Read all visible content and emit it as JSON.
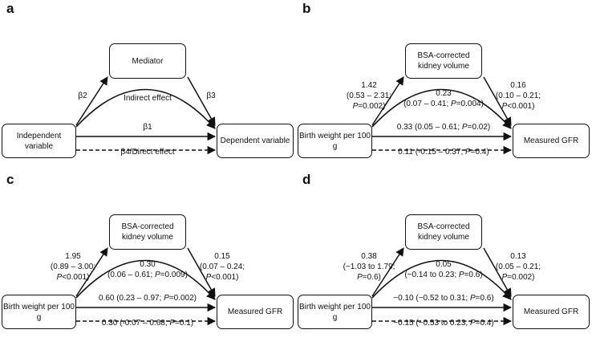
{
  "panels": [
    {
      "id": "a",
      "letter": "a",
      "mediator": "Mediator",
      "mediator_line2": "",
      "independent": "Independent variable",
      "dependent": "Dependent variable",
      "left_label": [
        "β2"
      ],
      "right_label": [
        "β3"
      ],
      "indirect_label": [
        "Indirect effect"
      ],
      "total_label": "β1",
      "direct_label": "β4/Direct effect"
    },
    {
      "id": "b",
      "letter": "b",
      "mediator": "BSA-corrected",
      "mediator_line2": "kidney volume",
      "independent": "Birth weight per 100 g",
      "dependent": "Measured GFR",
      "left_label": [
        "1.42",
        "(0.53 – 2.31;",
        "P=0.002)"
      ],
      "right_label": [
        "0.16",
        "(0.10 – 0.21;",
        "P<0.001)"
      ],
      "indirect_label": [
        "0.23",
        "(0.07 – 0.41; P=0.004)"
      ],
      "total_label": "0.33 (0.05 – 0.61; P=0.02)",
      "direct_label": "0.11 (-0.15 – 0.37; P=0.4)"
    },
    {
      "id": "c",
      "letter": "c",
      "mediator": "BSA-corrected",
      "mediator_line2": "kidney volume",
      "independent": "Birth weight per 100 g",
      "dependent": "Measured GFR",
      "left_label": [
        "1.95",
        "(0.89 – 3.00;",
        "P<0.001)"
      ],
      "right_label": [
        "0.15",
        "(0.07 – 0.24;",
        "P<0.001)"
      ],
      "indirect_label": [
        "0.30",
        "(0.06 – 0.61; P=0.009)"
      ],
      "total_label": "0.60 (0.23 – 0.97; P=0.002)",
      "direct_label": "0.30 (-0.07 – 0.68; P=0.1)"
    },
    {
      "id": "d",
      "letter": "d",
      "mediator": "BSA-corrected",
      "mediator_line2": "kidney volume",
      "independent": "Birth weight per 100 g",
      "dependent": "Measured GFR",
      "left_label": [
        "0.38",
        "(−1.03 to 1.79;",
        "P=0.6)"
      ],
      "right_label": [
        "0.13",
        "(0.05 – 0.21;",
        "P=0.002)"
      ],
      "indirect_label": [
        "0.05",
        "(−0.14 to 0.23; P=0.6)"
      ],
      "total_label": "−0.10 (−0.52 to 0.31; P=0.6)",
      "direct_label": "−0.15 (−0.53 to 0.23; P=0.4)"
    }
  ]
}
